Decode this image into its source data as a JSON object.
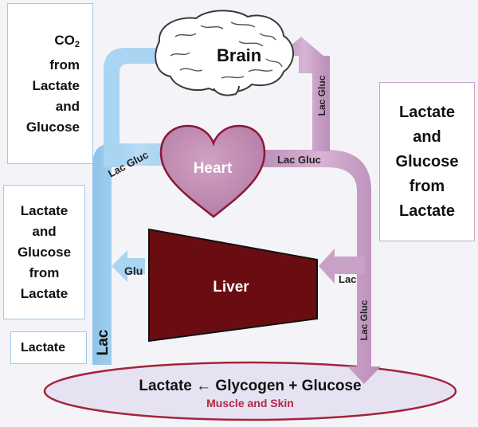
{
  "organs": {
    "brain": "Brain",
    "heart": "Heart",
    "liver": "Liver"
  },
  "muscle": {
    "reaction": "Lactate ← Glycogen + Glucose",
    "label": "Muscle and Skin"
  },
  "arrow_labels": {
    "lac_gluc_brain": "Lac Gluc",
    "lac_gluc_heart_in": "Lac Gluc",
    "lac_gluc_heart_out": "Lac Gluc",
    "lac_gluc_muscle": "Lac Gluc",
    "lac_to_liver": "Lac",
    "glu_from_liver": "Glu",
    "lac_up": "Lac"
  },
  "boxes": {
    "co2": {
      "co": "CO",
      "sub": "2",
      "lines": [
        "from",
        "Lactate",
        "and",
        "Glucose"
      ]
    },
    "lactate_glucose_left": [
      "Lactate",
      "and",
      "Glucose",
      "from",
      "Lactate"
    ],
    "lactate_bottom": "Lactate",
    "lactate_glucose_right": [
      "Lactate",
      "and",
      "Glucose",
      "from",
      "Lactate"
    ]
  },
  "colors": {
    "blue_arrow": "#a9d4f2",
    "purple_arrow": "#c9a0c6",
    "heart": "#c28fb4",
    "liver": "#6a0d12",
    "muscle_fill": "#e6e2f2",
    "muscle_border": "#a3243a",
    "muscle_label": "#b12a45"
  }
}
